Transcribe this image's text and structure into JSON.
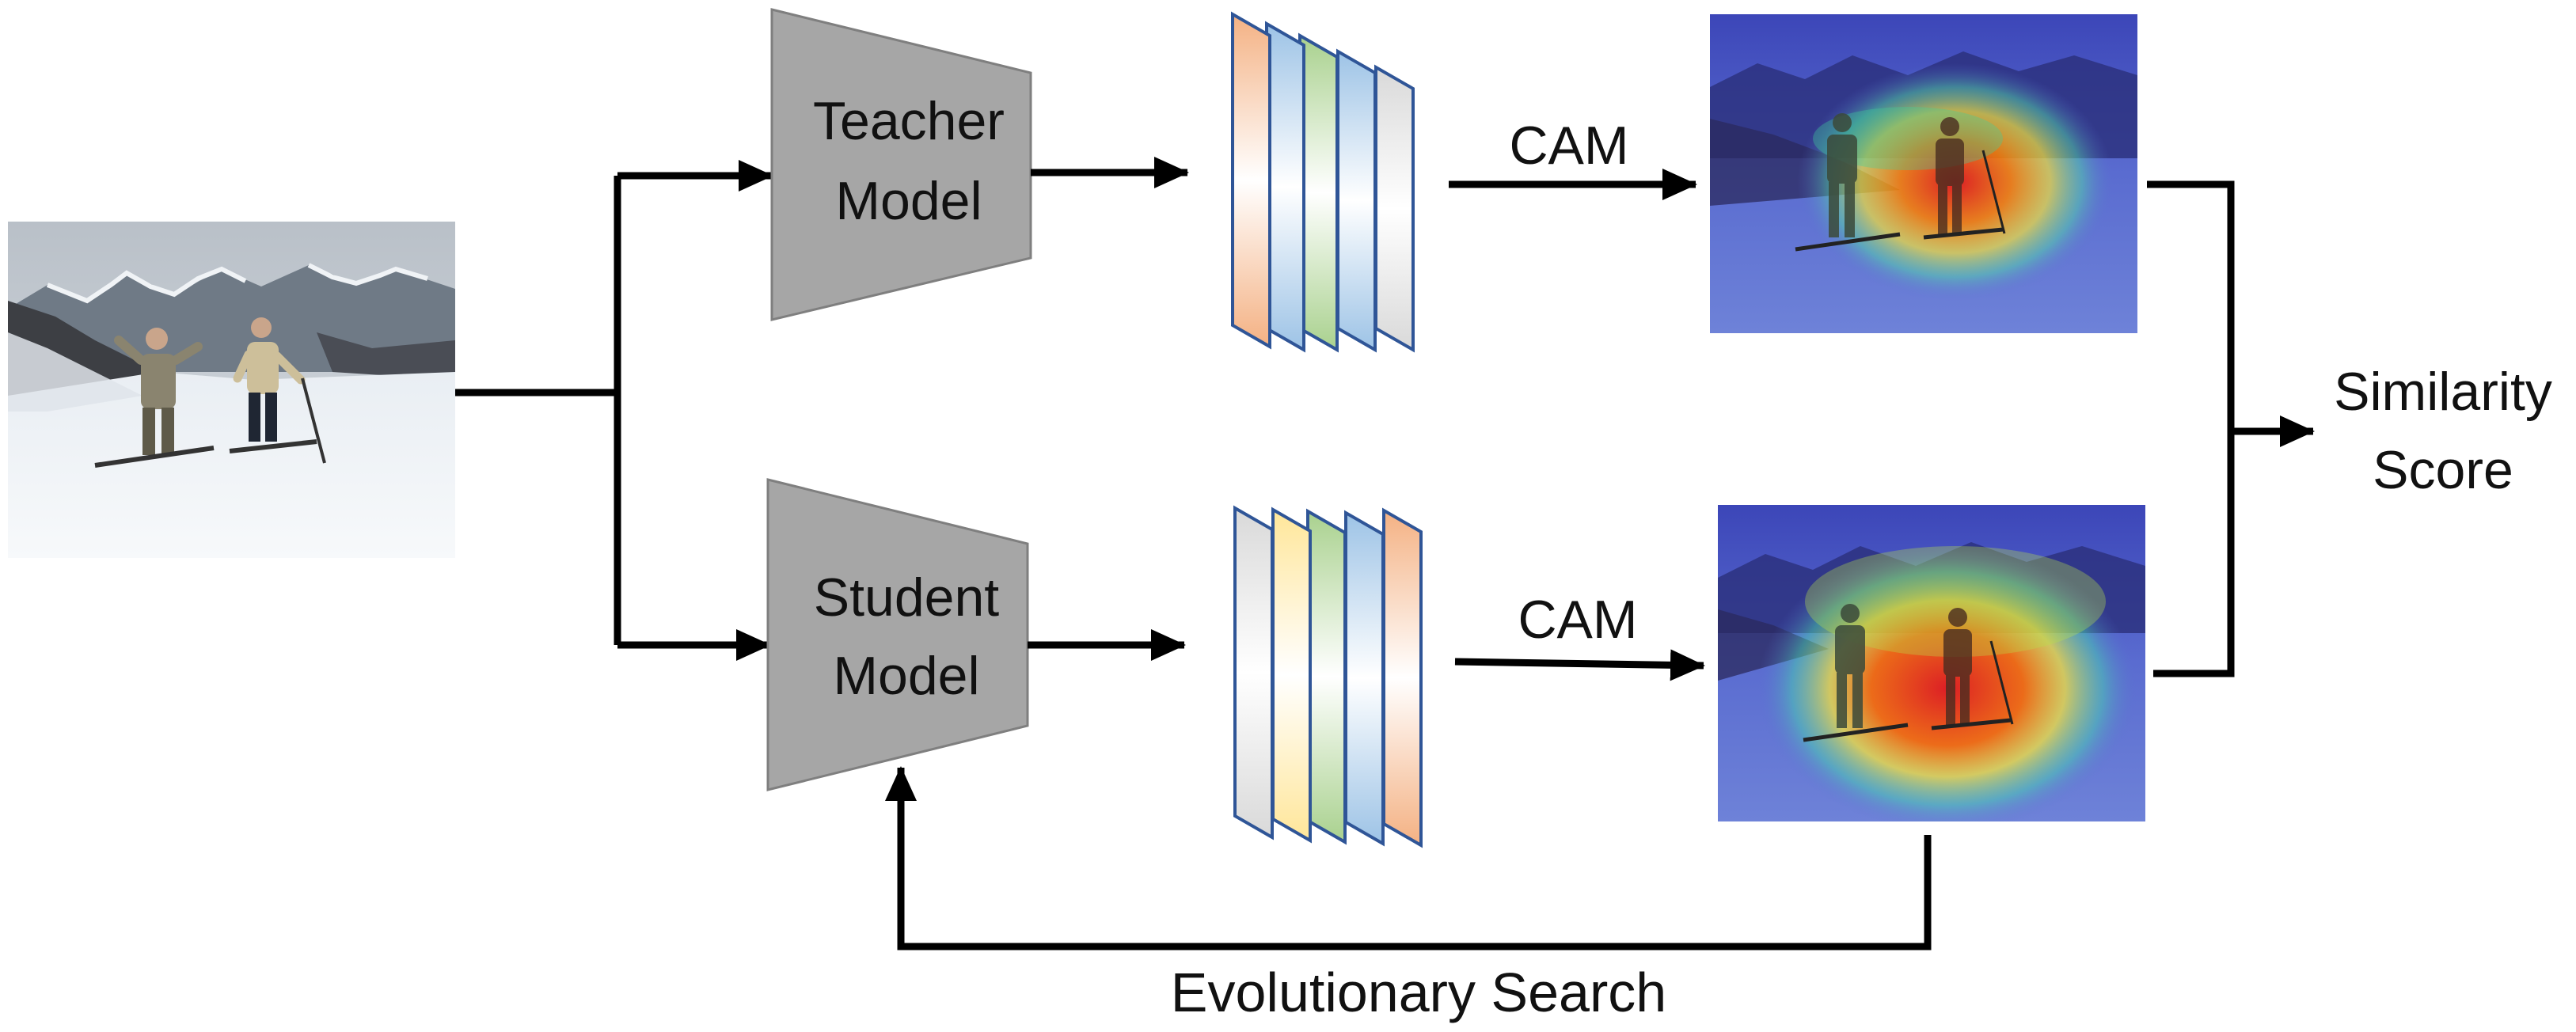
{
  "teacher": {
    "line1": "Teacher",
    "line2": "Model"
  },
  "student": {
    "line1": "Student",
    "line2": "Model"
  },
  "cam_top": "CAM",
  "cam_bottom": "CAM",
  "output": {
    "line1": "Similarity",
    "line2": "Score"
  },
  "feedback_label": "Evolutionary Search",
  "input_image": {
    "name": "skiers-on-snow-photo"
  },
  "heatmaps": {
    "top": "teacher-cam-heatmap",
    "bottom": "student-cam-heatmap"
  },
  "colors": {
    "model_fill": "#a6a6a6",
    "model_stroke": "#7f7f7f",
    "arrow": "#000000",
    "feature_stroke": "#2f5597",
    "feature_orange": "#f4b183",
    "feature_yellow": "#ffe699",
    "feature_green": "#a9d18e",
    "feature_blue": "#9dc3e6",
    "feature_white": "#e7e6e6"
  },
  "feature_maps": {
    "teacher_colors": [
      "orange",
      "blue",
      "green",
      "blue",
      "white"
    ],
    "student_colors": [
      "white",
      "yellow",
      "green",
      "blue",
      "orange"
    ]
  }
}
